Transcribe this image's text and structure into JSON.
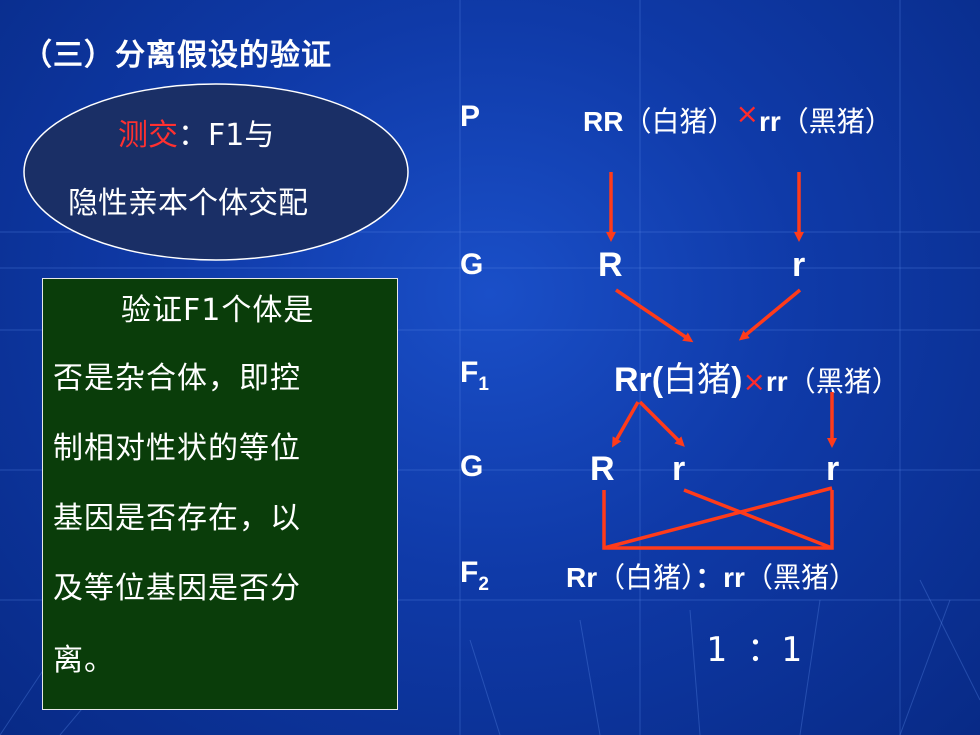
{
  "slide": {
    "title": "（三）分离假设的验证"
  },
  "ellipse": {
    "term": "测交",
    "line1_rest": "：F1与",
    "line2": "隐性亲本个体交配"
  },
  "explanation": {
    "lines": [
      "验证F1个体是",
      "否是杂合体，即控",
      "制相对性状的等位",
      "基因是否存在，以",
      "及等位基因是否分",
      "离。"
    ]
  },
  "cross": {
    "labels": {
      "p": "P",
      "g1": "G",
      "f1": "F",
      "f1_sub": "1",
      "g2": "G",
      "f2": "F",
      "f2_sub": "2"
    },
    "p_row": {
      "left_geno": "RR",
      "left_pheno": "（白猪）",
      "cross_symbol": "×",
      "right_geno": "rr",
      "right_pheno": "（黑猪）"
    },
    "g1_row": {
      "left": "R",
      "right": "r"
    },
    "f1_row": {
      "left_geno": "Rr(",
      "left_pheno": "白猪",
      "left_close": ")",
      "cross_symbol": "×",
      "right_geno": "rr",
      "right_pheno": "（黑猪）"
    },
    "g2_row": {
      "a": "R",
      "b": "r",
      "c": "r"
    },
    "f2_row": {
      "left_geno": "Rr",
      "left_pheno": "（白猪）",
      "sep": "：",
      "right_geno": "rr",
      "right_pheno": "（黑猪）"
    },
    "ratio": "1 ：1"
  },
  "colors": {
    "background": "#0f3aa8",
    "arrow": "#ff3b1a",
    "term": "#ff3030",
    "box": "#0a3d0a"
  }
}
